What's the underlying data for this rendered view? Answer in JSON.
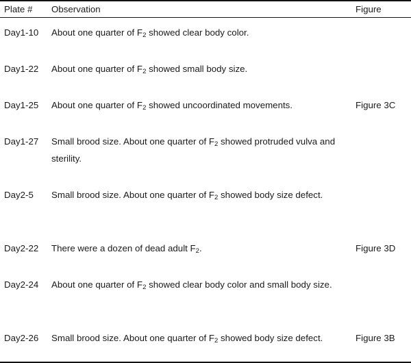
{
  "table": {
    "headers": {
      "plate": "Plate #",
      "observation": "Observation",
      "figure": "Figure"
    },
    "rows": [
      {
        "plate": "Day1-10",
        "observation_pre": "About one quarter of F",
        "observation_sub": "2",
        "observation_post": " showed clear body color.",
        "figure": ""
      },
      {
        "plate": "Day1-22",
        "observation_pre": "About one quarter of F",
        "observation_sub": "2",
        "observation_post": " showed small body size.",
        "figure": ""
      },
      {
        "plate": "Day1-25",
        "observation_pre": "About one quarter of F",
        "observation_sub": "2",
        "observation_post": " showed uncoordinated movements.",
        "figure": "Figure 3C"
      },
      {
        "plate": "Day1-27",
        "observation_pre": "Small brood size. About one quarter of F",
        "observation_sub": "2",
        "observation_post": " showed protruded vulva and sterility.",
        "figure": ""
      },
      {
        "plate": "Day2-5",
        "observation_pre": "Small brood size. About one quarter of F",
        "observation_sub": "2",
        "observation_post": " showed body size defect.",
        "figure": ""
      },
      {
        "plate": "Day2-22",
        "observation_pre": "There were a dozen of dead adult F",
        "observation_sub": "2",
        "observation_post": ".",
        "figure": "Figure 3D"
      },
      {
        "plate": "Day2-24",
        "observation_pre": "About one quarter of F",
        "observation_sub": "2",
        "observation_post": " showed clear body color and small body size.",
        "figure": ""
      },
      {
        "plate": "Day2-26",
        "observation_pre": "Small brood size. About one quarter of F",
        "observation_sub": "2",
        "observation_post": " showed body size defect.",
        "figure": "Figure 3B"
      }
    ]
  },
  "colors": {
    "text": "#1a1a1a",
    "rule": "#111111",
    "background": "#ffffff"
  }
}
